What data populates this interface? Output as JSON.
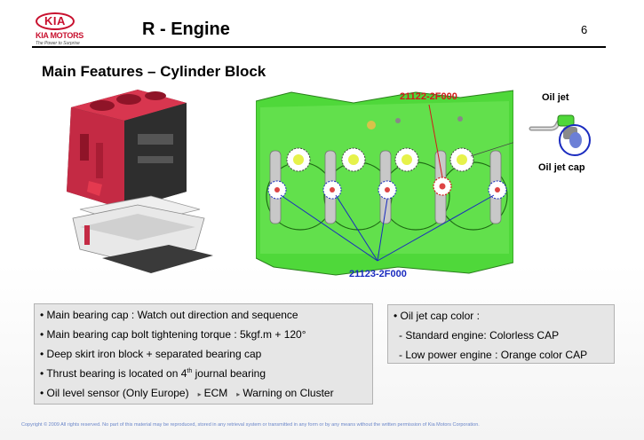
{
  "header": {
    "logo_text": "KIA",
    "logo_motors": "KIA MOTORS",
    "logo_tagline": "The Power to Surprise",
    "title": "R - Engine",
    "page_number": "6"
  },
  "subtitle": "Main Features – Cylinder Block",
  "diagram_labels": {
    "part_top": "21122-2F000",
    "part_bottom": "21123-2F000",
    "oil_jet": "Oil jet",
    "oil_jet_cap": "Oil jet cap"
  },
  "features_box": {
    "item1": "• Main bearing cap : Watch out direction and sequence",
    "item2": "• Main bearing cap bolt tightening torque : 5kgf.m + 120°",
    "item3": "• Deep skirt iron block + separated bearing cap",
    "item4_pre": "• Thrust bearing is located on 4",
    "item4_sup": "th",
    "item4_post": " journal bearing",
    "item5_pre": "• Oil level sensor (Only Europe)",
    "item5_ecm": "ECM",
    "item5_cluster": "Warning on Cluster"
  },
  "cap_box": {
    "heading": "• Oil jet cap color :",
    "standard": "- Standard engine: Colorless CAP",
    "low_power": "- Low power engine : Orange color CAP"
  },
  "footer": {
    "copyright": "Copyright © 2009 All rights reserved. No part of this material may be reproduced, stored in any retrieval system or transmitted in any form or by any means without the written permission of Kia Motors Corporation."
  },
  "colors": {
    "brand_red": "#c8102e",
    "block_green": "#4fd83a",
    "label_blue": "#1a2bbf",
    "label_red": "#d21a1a"
  }
}
